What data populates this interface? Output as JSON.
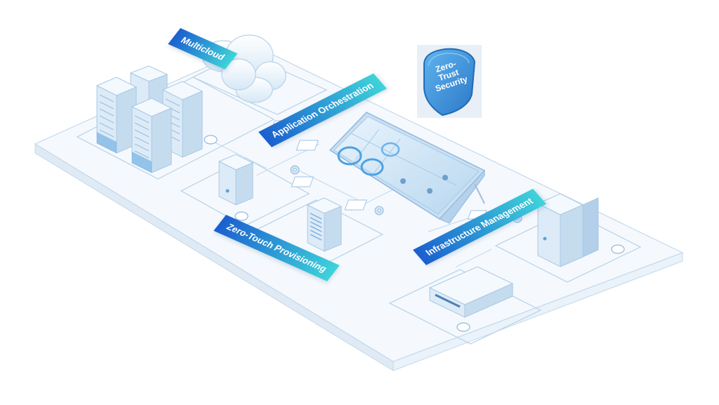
{
  "labels": {
    "multicloud": "Multicloud",
    "app_orchestration": "Application Orchestration",
    "zero_touch": "Zero-Touch Provisioning",
    "infra_mgmt": "Infrastructure Management"
  },
  "badge": {
    "line1": "Zero-",
    "line2": "Trust",
    "line3": "Security"
  },
  "colors": {
    "label_start": "#1b5fcf",
    "label_end": "#3fd3d9",
    "platform_top": "#f4f9fd",
    "platform_side": "#e3eef8",
    "stroke": "#b9d3ea",
    "server_face": "#dcebf7",
    "server_shade": "#9fc2e2",
    "shield": "#3a8fd9"
  }
}
